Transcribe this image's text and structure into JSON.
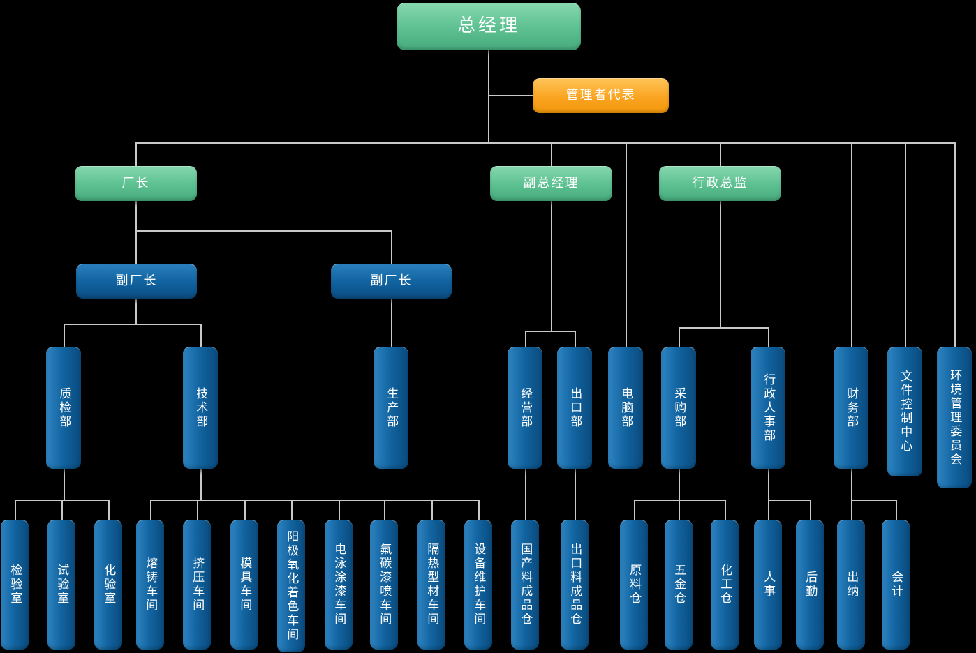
{
  "diagram": {
    "type": "org-chart",
    "background_color": "#000000",
    "connector_color": "#c9c9c9",
    "node_colors": {
      "executive_green": "#5cc091",
      "staff_orange": "#faa21e",
      "department_blue": "#11639f"
    }
  },
  "nodes": {
    "general_manager": {
      "label": "总经理"
    },
    "management_rep": {
      "label": "管理者代表"
    },
    "factory_director": {
      "label": "厂长"
    },
    "deputy_general_manager": {
      "label": "副总经理"
    },
    "admin_director": {
      "label": "行政总监"
    },
    "deputy_factory_director_1": {
      "label": "副厂长"
    },
    "deputy_factory_director_2": {
      "label": "副厂长"
    },
    "quality_dept": {
      "label": "质检部"
    },
    "tech_dept": {
      "label": "技术部"
    },
    "production_dept": {
      "label": "生产部"
    },
    "business_dept": {
      "label": "经营部"
    },
    "export_dept": {
      "label": "出口部"
    },
    "computer_dept": {
      "label": "电脑部"
    },
    "purchasing_dept": {
      "label": "采购部"
    },
    "admin_hr_dept": {
      "label": "行政人事部"
    },
    "finance_dept": {
      "label": "财务部"
    },
    "doc_control_center": {
      "label": "文件控制中心"
    },
    "env_mgmt_committee": {
      "label": "环境管理委员会"
    },
    "inspection_room": {
      "label": "检验室"
    },
    "test_room": {
      "label": "试验室"
    },
    "chemical_lab": {
      "label": "化验室"
    },
    "casting_workshop": {
      "label": "熔铸车间"
    },
    "extrusion_workshop": {
      "label": "挤压车间"
    },
    "mold_workshop": {
      "label": "模具车间"
    },
    "anodizing_coloring_workshop": {
      "label": "阳极氧化着色车间"
    },
    "electrophoresis_paint_workshop": {
      "label": "电泳涂漆车间"
    },
    "fluorocarbon_spray_workshop": {
      "label": "氟碳漆喷车间"
    },
    "thermal_profile_workshop": {
      "label": "隔热型材车间"
    },
    "equipment_maintenance_workshop": {
      "label": "设备维护车间"
    },
    "domestic_finished_warehouse": {
      "label": "国产料成品仓"
    },
    "export_finished_warehouse": {
      "label": "出口料成品仓"
    },
    "raw_material_warehouse": {
      "label": "原料仓"
    },
    "hardware_warehouse": {
      "label": "五金仓"
    },
    "chemical_warehouse": {
      "label": "化工仓"
    },
    "hr_office": {
      "label": "人事"
    },
    "logistics_office": {
      "label": "后勤"
    },
    "cashier_office": {
      "label": "出纳"
    },
    "accounting_office": {
      "label": "会计"
    }
  },
  "edges": [
    [
      "general_manager",
      "management_rep"
    ],
    [
      "general_manager",
      "factory_director"
    ],
    [
      "general_manager",
      "deputy_general_manager"
    ],
    [
      "general_manager",
      "computer_dept"
    ],
    [
      "general_manager",
      "admin_director"
    ],
    [
      "general_manager",
      "finance_dept"
    ],
    [
      "general_manager",
      "doc_control_center"
    ],
    [
      "general_manager",
      "env_mgmt_committee"
    ],
    [
      "factory_director",
      "deputy_factory_director_1"
    ],
    [
      "factory_director",
      "deputy_factory_director_2"
    ],
    [
      "deputy_factory_director_1",
      "quality_dept"
    ],
    [
      "deputy_factory_director_1",
      "tech_dept"
    ],
    [
      "deputy_factory_director_2",
      "production_dept"
    ],
    [
      "deputy_general_manager",
      "business_dept"
    ],
    [
      "deputy_general_manager",
      "export_dept"
    ],
    [
      "admin_director",
      "purchasing_dept"
    ],
    [
      "admin_director",
      "admin_hr_dept"
    ],
    [
      "quality_dept",
      "inspection_room"
    ],
    [
      "quality_dept",
      "test_room"
    ],
    [
      "quality_dept",
      "chemical_lab"
    ],
    [
      "tech_dept",
      "casting_workshop"
    ],
    [
      "tech_dept",
      "extrusion_workshop"
    ],
    [
      "tech_dept",
      "mold_workshop"
    ],
    [
      "tech_dept",
      "anodizing_coloring_workshop"
    ],
    [
      "tech_dept",
      "electrophoresis_paint_workshop"
    ],
    [
      "tech_dept",
      "fluorocarbon_spray_workshop"
    ],
    [
      "tech_dept",
      "thermal_profile_workshop"
    ],
    [
      "tech_dept",
      "equipment_maintenance_workshop"
    ],
    [
      "business_dept",
      "domestic_finished_warehouse"
    ],
    [
      "export_dept",
      "export_finished_warehouse"
    ],
    [
      "purchasing_dept",
      "raw_material_warehouse"
    ],
    [
      "purchasing_dept",
      "hardware_warehouse"
    ],
    [
      "purchasing_dept",
      "chemical_warehouse"
    ],
    [
      "admin_hr_dept",
      "hr_office"
    ],
    [
      "admin_hr_dept",
      "logistics_office"
    ],
    [
      "finance_dept",
      "cashier_office"
    ],
    [
      "finance_dept",
      "accounting_office"
    ]
  ]
}
